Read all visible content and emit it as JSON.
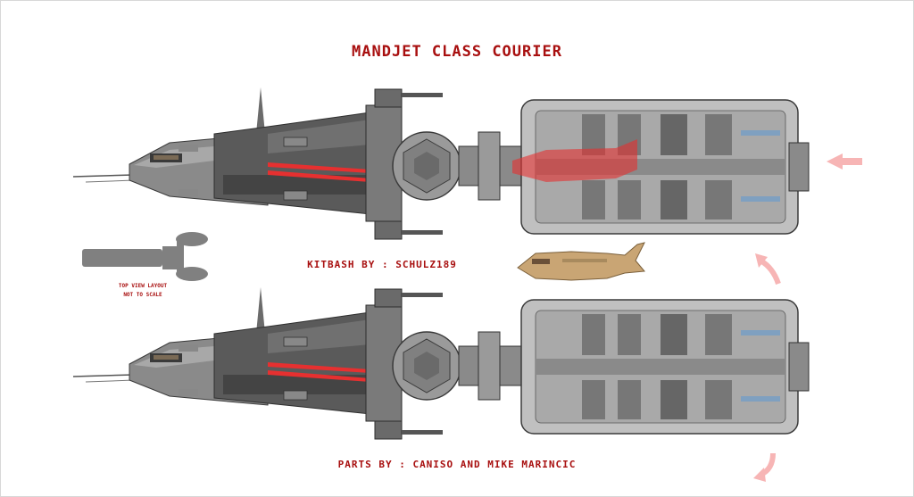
{
  "sheet": {
    "title": "MANDJET CLASS COURIER",
    "credit_kitbash": "KITBASH BY : SCHULZ189",
    "credit_parts": "PARTS BY : CANISO AND MIKE MARINCIC",
    "layout_note_line1": "TOP VIEW LAYOUT",
    "layout_note_line2": "NOT TO SCALE"
  },
  "colors": {
    "text_red": "#a80f0f",
    "hull_light": "#bdbdbd",
    "hull_mid": "#8e8e8e",
    "hull_dark": "#4d4d4d",
    "accent_red": "#e63030",
    "arrow_pink": "#f7b5b5",
    "shuttle_tan": "#c9a574"
  },
  "icons": [
    "top-view-silhouette",
    "shuttle-sprite",
    "arrow-left-icon",
    "curved-arrow-icon"
  ]
}
